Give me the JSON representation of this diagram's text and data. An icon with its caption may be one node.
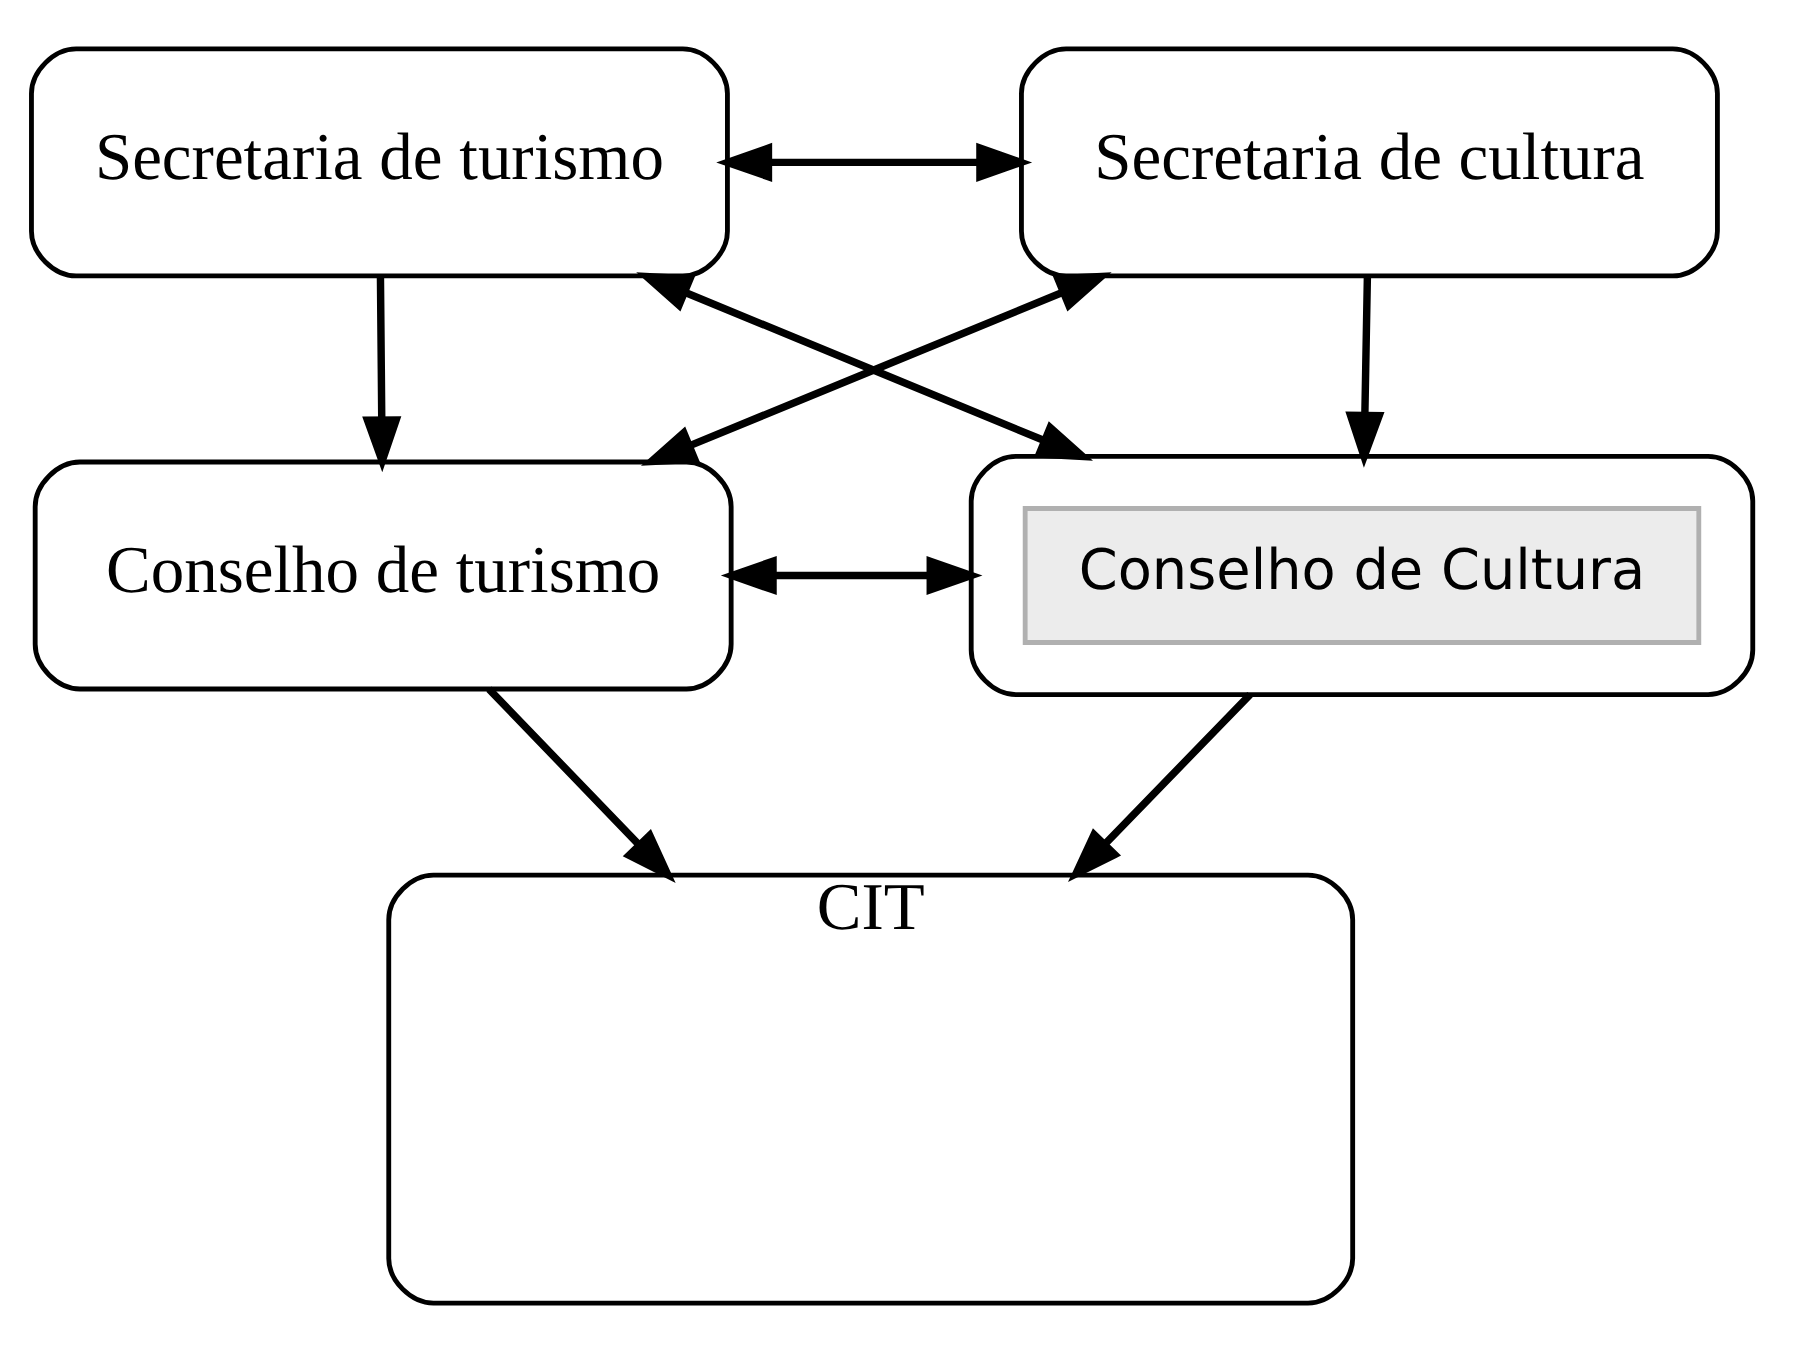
{
  "diagram": {
    "nodes": [
      {
        "text": [
          "Secretaria de turismo"
        ]
      },
      {
        "text": [
          "Secretaria de cultura"
        ]
      },
      {
        "text": [
          "Conselho de turismo"
        ]
      },
      {
        "text": [],
        "shape": "box"
      },
      {
        "text": [
          "Conselho de Cultura"
        ],
        "in": 3
      },
      {
        "text": [
          "CIT"
        ]
      }
    ],
    "edges": [
      {
        "from": 0,
        "to": 1,
        "arrow": "both"
      },
      {
        "from": 0,
        "to": 2,
        "arrow": "to"
      },
      {
        "from": 1,
        "to": 3,
        "arrow": "to"
      },
      {
        "from": 0,
        "to": 3,
        "arrow": "both"
      },
      {
        "from": 1,
        "to": 2,
        "arrow": "both"
      },
      {
        "from": 2,
        "to": 3,
        "arrow": "both"
      },
      {
        "from": 2,
        "to": 5,
        "arrow": "to"
      },
      {
        "from": 3,
        "to": 5,
        "arrow": "to"
      }
    ]
  }
}
